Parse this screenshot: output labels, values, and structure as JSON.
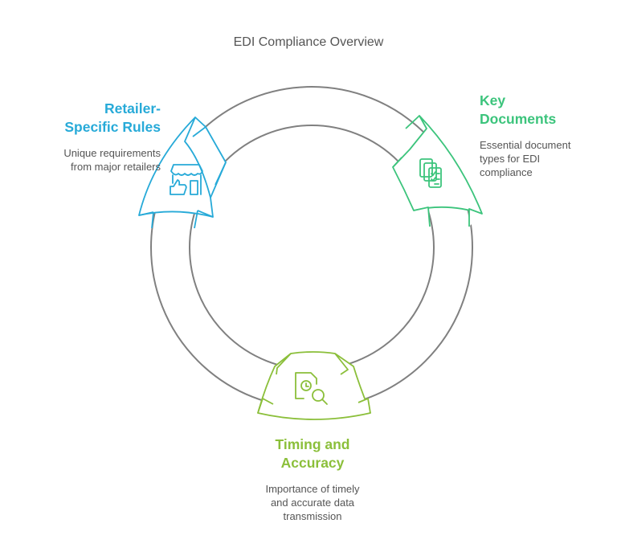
{
  "title": "EDI Compliance Overview",
  "colors": {
    "ring": "#808080",
    "retailer": "#27aad8",
    "documents": "#3cc47c",
    "timing": "#8bbf3a",
    "text": "#555555"
  },
  "steps": [
    {
      "heading_line1": "Retailer-",
      "heading_line2": "Specific Rules",
      "desc_line1": "Unique requirements",
      "desc_line2": "from major retailers",
      "icon": "storefront-thumbs-up-icon"
    },
    {
      "heading_line1": "Key",
      "heading_line2": "Documents",
      "desc_line1": "Essential document",
      "desc_line2": "types for EDI",
      "desc_line3": "compliance",
      "icon": "document-checklist-icon"
    },
    {
      "heading_line1": "Timing and",
      "heading_line2": "Accuracy",
      "desc_line1": "Importance of timely",
      "desc_line2": "and accurate data",
      "desc_line3": "transmission",
      "icon": "document-clock-search-icon"
    }
  ]
}
